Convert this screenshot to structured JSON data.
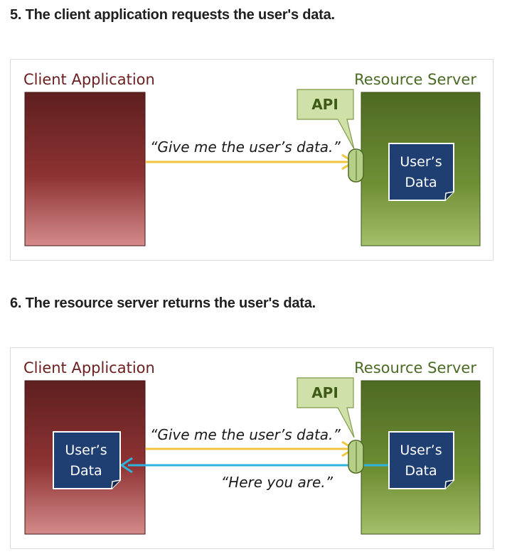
{
  "steps": [
    {
      "heading": "5. The client application requests the user's data.",
      "client_label": "Client Application",
      "server_label": "Resource Server",
      "api_label": "API",
      "request_text": "“Give me the user’s data.”",
      "server_data_line1": "User’s",
      "server_data_line2": "Data"
    },
    {
      "heading": "6. The resource server returns the user's data.",
      "client_label": "Client Application",
      "server_label": "Resource Server",
      "api_label": "API",
      "request_text": "“Give me the user’s data.”",
      "response_text": "“Here you are.”",
      "server_data_line1": "User’s",
      "server_data_line2": "Data",
      "client_data_line1": "User’s",
      "client_data_line2": "Data"
    }
  ],
  "colors": {
    "client_dark": "#5e1f1f",
    "client_mid": "#8e3333",
    "client_light": "#d48a8a",
    "client_label": "#6b1f1f",
    "server_dark": "#4d6a22",
    "server_light": "#a4c06a",
    "server_label": "#4b6b24",
    "api_fill": "#cfe0a8",
    "api_text": "#3e5a17",
    "data_doc": "#1f3f72",
    "request_arrow": "#f2c440",
    "response_arrow": "#2fb3dd"
  }
}
